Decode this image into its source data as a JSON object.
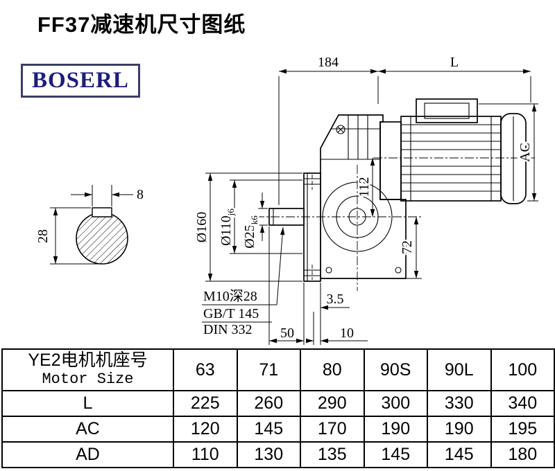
{
  "page": {
    "title": "FF37减速机尺寸图纸"
  },
  "logo": {
    "text": "BOSERL"
  },
  "drawing": {
    "dims": {
      "d184": "184",
      "dL": "L",
      "dAC": "AC",
      "d112": "112",
      "d72": "72",
      "flange_od": "Ø160",
      "spigot": "Ø110",
      "spigot_tol": "j6",
      "shaft": "Ø25",
      "shaft_tol": "k6",
      "key_w": "8",
      "key_h": "28",
      "gap": "3.5",
      "shaft_len": "50",
      "flange_th": "10",
      "note_tap": "M10深28",
      "note_std1": "GB/T 145",
      "note_std2": "DIN 332"
    }
  },
  "table": {
    "header": {
      "label_cn": "YE2电机机座号",
      "label_en": "Motor Size",
      "sizes": [
        "63",
        "71",
        "80",
        "90S",
        "90L",
        "100"
      ]
    },
    "rows": [
      {
        "label": "L",
        "values": [
          "225",
          "260",
          "290",
          "300",
          "330",
          "340"
        ]
      },
      {
        "label": "AC",
        "values": [
          "120",
          "145",
          "170",
          "190",
          "190",
          "195"
        ]
      },
      {
        "label": "AD",
        "values": [
          "110",
          "130",
          "135",
          "145",
          "145",
          "180"
        ]
      }
    ]
  }
}
